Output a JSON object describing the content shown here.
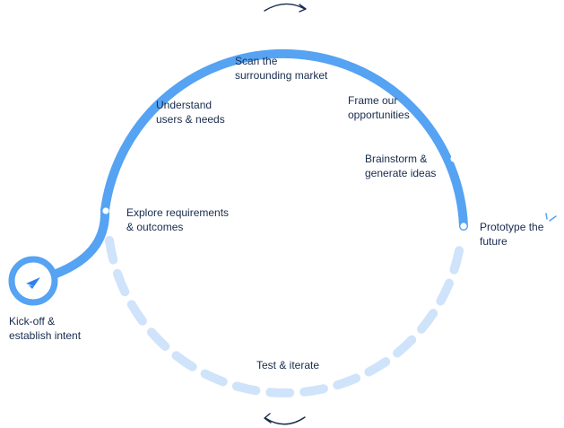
{
  "colors": {
    "arc": "#55a3f2",
    "arc_dashed": "#cfe3fb",
    "kickoff_ring": "#55a3f2",
    "kickoff_icon": "#2f80ed",
    "node_dot": "#ffffff",
    "arrow": "#172b4d",
    "sparkle": "#55a3f2"
  },
  "steps": {
    "kickoff": "Kick-off &\nestablish intent",
    "explore": "Explore requirements\n& outcomes",
    "understand": "Understand\nusers & needs",
    "scan": "Scan the\nsurrounding market",
    "frame": "Frame our\nopportunities",
    "brainstorm": "Brainstorm &\ngenerate ideas",
    "prototype": "Prototype the\nfuture",
    "test": "Test & iterate"
  },
  "icons": {
    "kickoff": "paper-plane-icon",
    "top_arrow": "clockwise-arrow-icon",
    "bottom_arrow": "counterclockwise-arrow-icon",
    "sparkle": "sparkle-icon"
  }
}
